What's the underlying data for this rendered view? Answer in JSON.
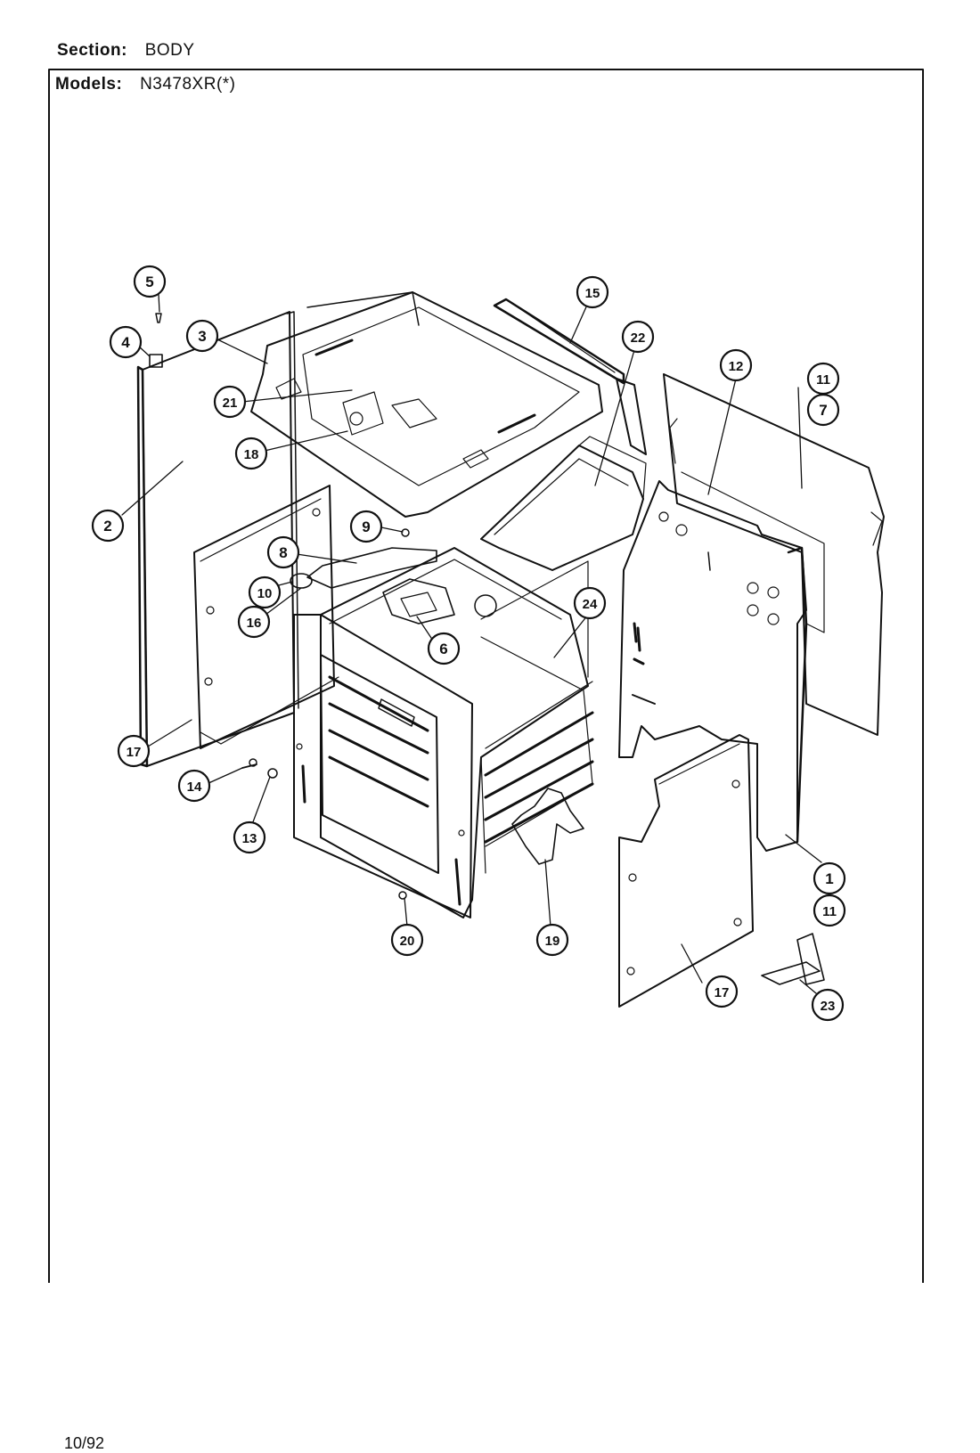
{
  "header": {
    "section_label": "Section:",
    "section_value": "BODY",
    "models_label": "Models:",
    "models_value": "N3478XR(*)"
  },
  "footer": {
    "date": "10/92"
  },
  "callouts": [
    {
      "id": "c5",
      "label": "5"
    },
    {
      "id": "c4",
      "label": "4"
    },
    {
      "id": "c3",
      "label": "3"
    },
    {
      "id": "c21",
      "label": "21"
    },
    {
      "id": "c18",
      "label": "18"
    },
    {
      "id": "c2",
      "label": "2"
    },
    {
      "id": "c9",
      "label": "9"
    },
    {
      "id": "c8",
      "label": "8"
    },
    {
      "id": "c10",
      "label": "10"
    },
    {
      "id": "c16",
      "label": "16"
    },
    {
      "id": "c6",
      "label": "6"
    },
    {
      "id": "c17a",
      "label": "17"
    },
    {
      "id": "c14",
      "label": "14"
    },
    {
      "id": "c13",
      "label": "13"
    },
    {
      "id": "c20",
      "label": "20"
    },
    {
      "id": "c19",
      "label": "19"
    },
    {
      "id": "c15",
      "label": "15"
    },
    {
      "id": "c22",
      "label": "22"
    },
    {
      "id": "c12",
      "label": "12"
    },
    {
      "id": "c11a",
      "label": "11"
    },
    {
      "id": "c7",
      "label": "7"
    },
    {
      "id": "c24",
      "label": "24"
    },
    {
      "id": "c1",
      "label": "1"
    },
    {
      "id": "c11b",
      "label": "11"
    },
    {
      "id": "c17b",
      "label": "17"
    },
    {
      "id": "c23",
      "label": "23"
    }
  ]
}
